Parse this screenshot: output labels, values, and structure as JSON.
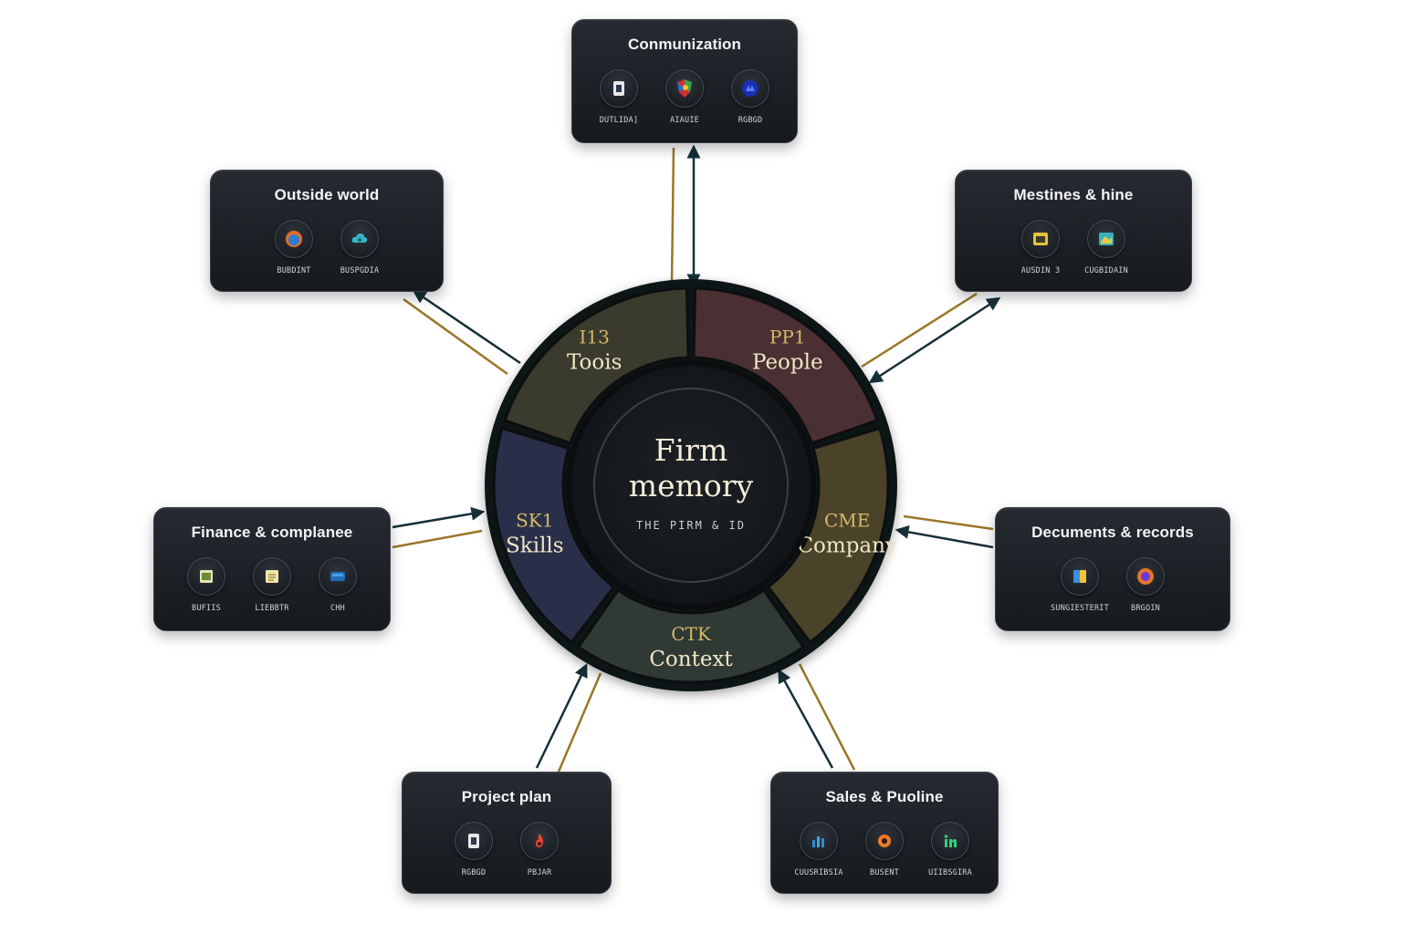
{
  "hub": {
    "title_line1": "Firm",
    "title_line2": "memory",
    "subtitle": "THE PIRM & ID"
  },
  "segments": [
    {
      "code": "I13",
      "label": "Toois",
      "color": "#3a3b2c"
    },
    {
      "code": "PP1",
      "label": "People",
      "color": "#4a2f33"
    },
    {
      "code": "CME",
      "label": "Company",
      "color": "#4a432a"
    },
    {
      "code": "CTK",
      "label": "Context",
      "color": "#2f3a34"
    },
    {
      "code": "SK1",
      "label": "Skills",
      "color": "#2a2f49"
    }
  ],
  "cards": {
    "communization": {
      "title": "Conmunization",
      "apps": [
        {
          "label": "DUTLIDA]",
          "icon": "document-icon"
        },
        {
          "label": "AIAUIE",
          "icon": "shield-app-icon"
        },
        {
          "label": "RGBGD",
          "icon": "blue-app-icon"
        }
      ]
    },
    "outside_world": {
      "title": "Outside world",
      "apps": [
        {
          "label": "BUBDINT",
          "icon": "browser-icon"
        },
        {
          "label": "BUSPGDIA",
          "icon": "cloud-app-icon"
        }
      ]
    },
    "mestines": {
      "title": "Mestines & hine",
      "apps": [
        {
          "label": "AUSDIN 3",
          "icon": "calendar-app-icon"
        },
        {
          "label": "CUGBIDAIN",
          "icon": "map-app-icon"
        }
      ]
    },
    "finance": {
      "title": "Finance & complanee",
      "apps": [
        {
          "label": "BUFIIS",
          "icon": "spreadsheet-icon"
        },
        {
          "label": "LIEBBTR",
          "icon": "notes-icon"
        },
        {
          "label": "CHH",
          "icon": "bank-app-icon"
        }
      ]
    },
    "documents": {
      "title": "Decuments & records",
      "apps": [
        {
          "label": "SUNGIESTERIT",
          "icon": "folder-app-icon"
        },
        {
          "label": "BRGOIN",
          "icon": "firefox-icon"
        }
      ]
    },
    "project": {
      "title": "Project plan",
      "apps": [
        {
          "label": "RGBGD",
          "icon": "document-icon"
        },
        {
          "label": "PBJAR",
          "icon": "flame-app-icon"
        }
      ]
    },
    "sales": {
      "title": "Sales & Puoline",
      "apps": [
        {
          "label": "CUUSRIBSIA",
          "icon": "chart-app-icon"
        },
        {
          "label": "BUSENT",
          "icon": "hubspot-icon"
        },
        {
          "label": "UIIBSGIRA",
          "icon": "linkedin-icon"
        }
      ]
    }
  },
  "colors": {
    "connector_dark": "#163038",
    "connector_gold": "#9a7628",
    "wheel_ring": "#0f1215",
    "segment_text": "#efe6c4"
  }
}
